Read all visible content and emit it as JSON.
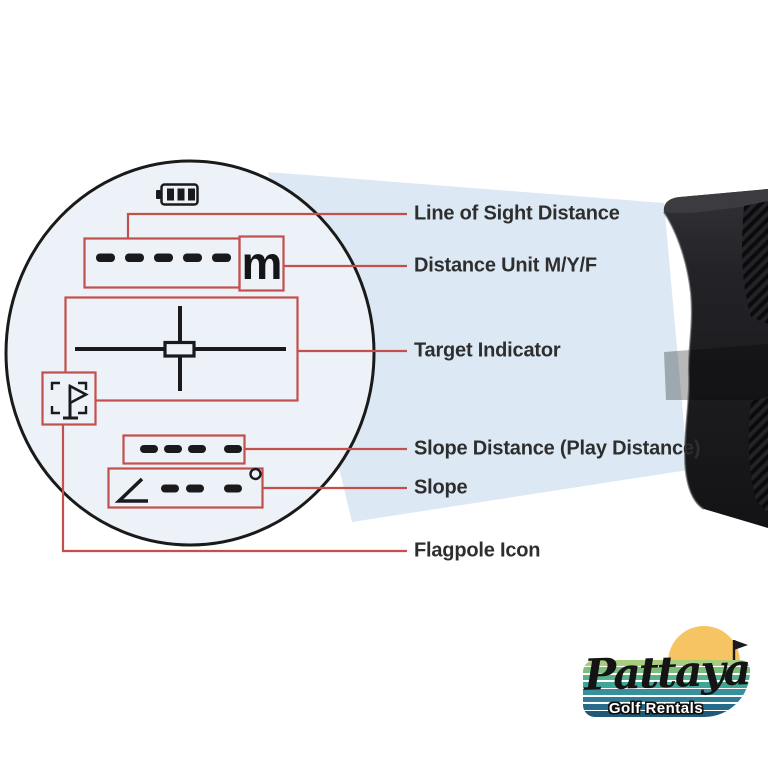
{
  "diagram": {
    "labels": {
      "line_of_sight": "Line of Sight Distance",
      "distance_unit": "Distance Unit M/Y/F",
      "target_indicator": "Target Indicator",
      "slope_distance": "Slope Distance (Play Distance)",
      "slope": "Slope",
      "flagpole": "Flagpole Icon"
    },
    "display": {
      "unit": "m",
      "battery_bars": 3,
      "line_of_sight_dash_count": 5,
      "slope_distance_dash_count": 4,
      "slope_dash_count": 3
    },
    "icons": [
      "battery-icon",
      "crosshair-icon",
      "flagpole-icon",
      "slope-angle-icon",
      "degree-mark-icon",
      "sun-icon",
      "golf-flag-icon"
    ],
    "colors": {
      "callout_red": "#c4504d",
      "display_ink": "#1a1a1c",
      "lens_fill": "#edf2f8",
      "beam_fill": "#dce9f4",
      "device_black": "#1d1d20"
    }
  },
  "logo": {
    "title": "Pattaya",
    "subtitle": "Golf Rentals",
    "sun_color": "#f6c462",
    "stripe_colors": [
      "#a9cd7f",
      "#7dbe7b",
      "#57b18a",
      "#3ea695",
      "#36919d",
      "#2f7d95",
      "#276b8b",
      "#1e5a77"
    ]
  }
}
